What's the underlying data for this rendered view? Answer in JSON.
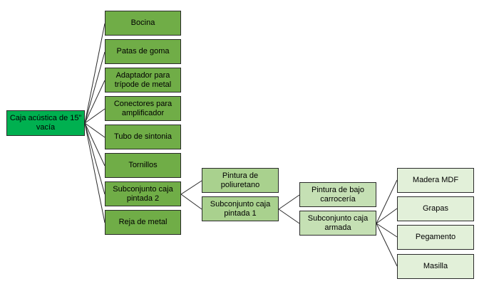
{
  "diagram": {
    "root": {
      "label": "Caja acústica de 15” vacía"
    },
    "level1": [
      {
        "label": "Bocina"
      },
      {
        "label": "Patas de goma"
      },
      {
        "label": "Adaptador para trípode de metal"
      },
      {
        "label": "Conectores para amplificador"
      },
      {
        "label": "Tubo de sintonia"
      },
      {
        "label": "Tornillos"
      },
      {
        "label": "Subconjunto caja pintada 2"
      },
      {
        "label": "Reja de metal"
      }
    ],
    "level2": [
      {
        "label": "Pintura de poliuretano"
      },
      {
        "label": "Subconjunto caja pintada 1"
      }
    ],
    "level3": [
      {
        "label": "Pintura de bajo carrocería"
      },
      {
        "label": "Subconjunto caja armada"
      }
    ],
    "level4": [
      {
        "label": "Madera MDF"
      },
      {
        "label": "Grapas"
      },
      {
        "label": "Pegamento"
      },
      {
        "label": "Masilla"
      }
    ],
    "colors": {
      "root": "#00b050",
      "level1": "#70ad47",
      "level2": "#a9d18e",
      "level3": "#c5e0b4",
      "level4": "#e2f0d9",
      "connector": "#2b2b2b"
    }
  }
}
